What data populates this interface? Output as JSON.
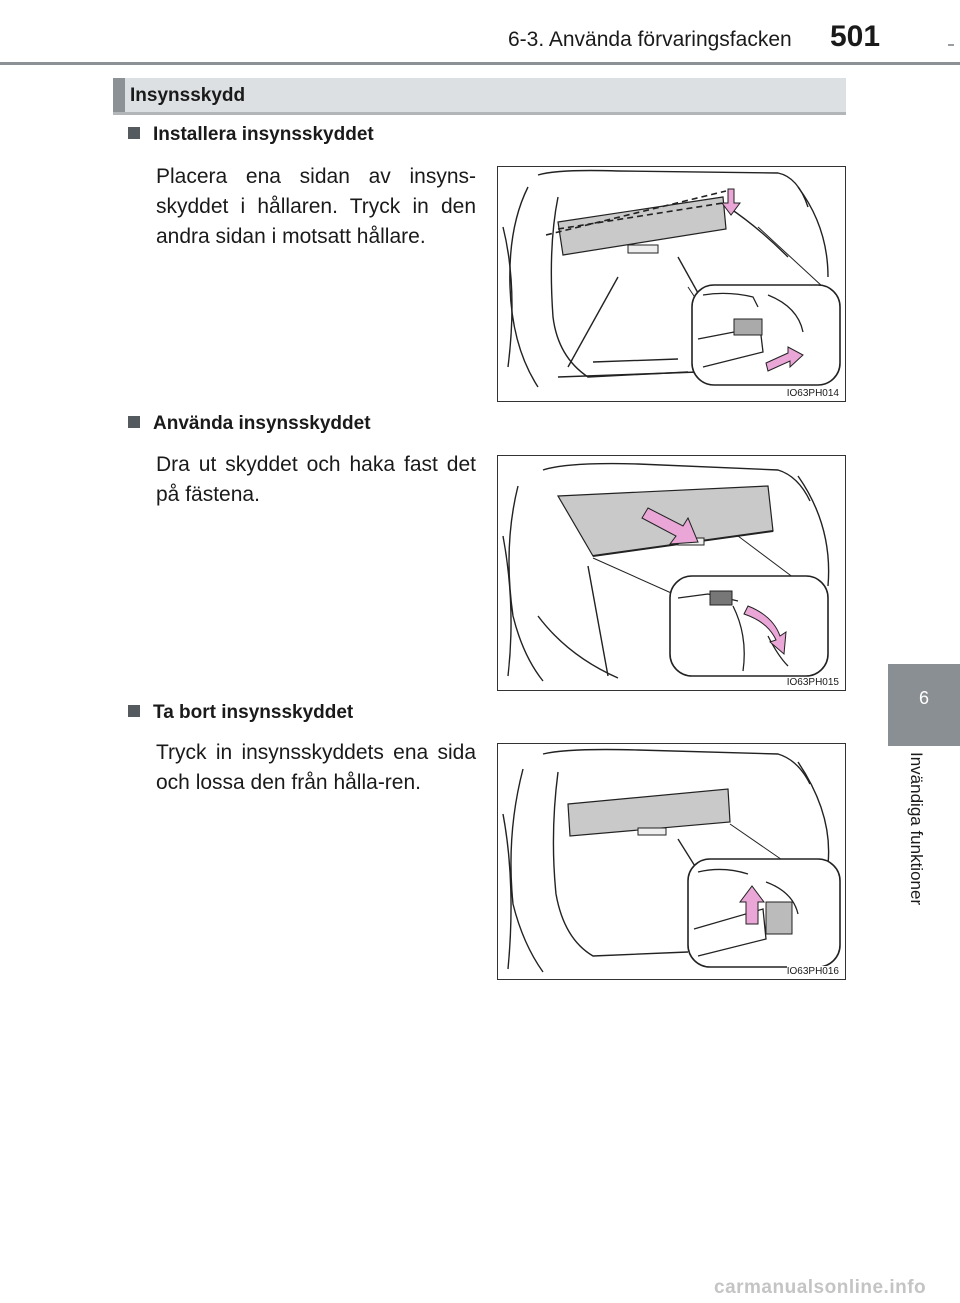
{
  "header": {
    "title": "6-3. Använda förvaringsfacken",
    "page_number": "501"
  },
  "side_tab": {
    "chapter_number": "6",
    "chapter_label": "Invändiga funktioner"
  },
  "section": {
    "title": "Insynsskydd"
  },
  "steps": [
    {
      "heading": "Installera insynsskyddet",
      "body": "Placera ena sidan av insyns-skyddet i hållaren. Tryck in den andra sidan i motsatt hållare.",
      "figure_code": "IO63PH014"
    },
    {
      "heading": "Använda insynsskyddet",
      "body": "Dra ut skyddet och haka fast det på fästena.",
      "figure_code": "IO63PH015"
    },
    {
      "heading": "Ta bort insynsskyddet",
      "body": "Tryck in insynsskyddets ena sida och lossa den från hålla-ren.",
      "figure_code": "IO63PH016"
    }
  ],
  "watermark": "carmanualsonline.info",
  "colors": {
    "tab_gray": "#8a8f93",
    "section_bar": "#dde0e2",
    "arrow_pink": "#e9a6d6",
    "cover_gray": "#c9c9c9"
  }
}
